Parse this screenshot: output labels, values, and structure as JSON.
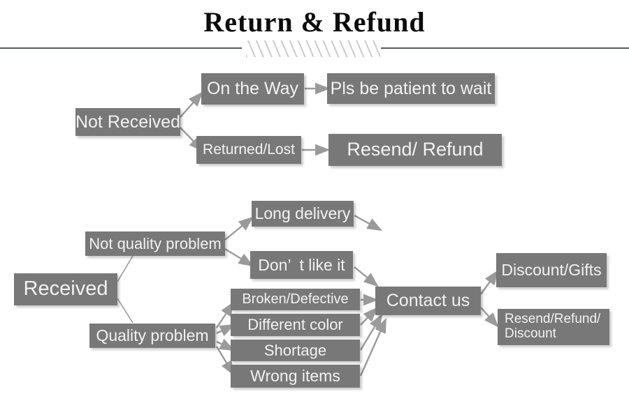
{
  "header": {
    "title": "Return & Refund",
    "divider_icon": "hatched-divider"
  },
  "colors": {
    "box_fill": "#787878",
    "box_text": "#f2f2f2",
    "connector": "#8c8c8c",
    "rule": "#555a5e",
    "page_background": "#ffffff"
  },
  "flows": [
    {
      "name": "not-received-flow",
      "root": {
        "label": "Not Received"
      },
      "branches": [
        {
          "label": "On the Way",
          "result": {
            "label": "Pls be patient to wait"
          }
        },
        {
          "label": "Returned/Lost",
          "result": {
            "label": "Resend/ Refund"
          }
        }
      ]
    },
    {
      "name": "received-flow",
      "root": {
        "label": "Received"
      },
      "categories": [
        {
          "label": "Not quality problem",
          "reasons": [
            {
              "label": "Long delivery"
            },
            {
              "label": "Don’  t like it"
            }
          ]
        },
        {
          "label": "Quality problem",
          "reasons": [
            {
              "label": "Broken/Defective"
            },
            {
              "label": "Different color"
            },
            {
              "label": "Shortage"
            },
            {
              "label": "Wrong items"
            }
          ]
        }
      ],
      "hub": {
        "label": "Contact us"
      },
      "outcomes": [
        {
          "label": "Discount/Gifts"
        },
        {
          "label": "Resend/Refund/\nDiscount"
        }
      ]
    }
  ]
}
